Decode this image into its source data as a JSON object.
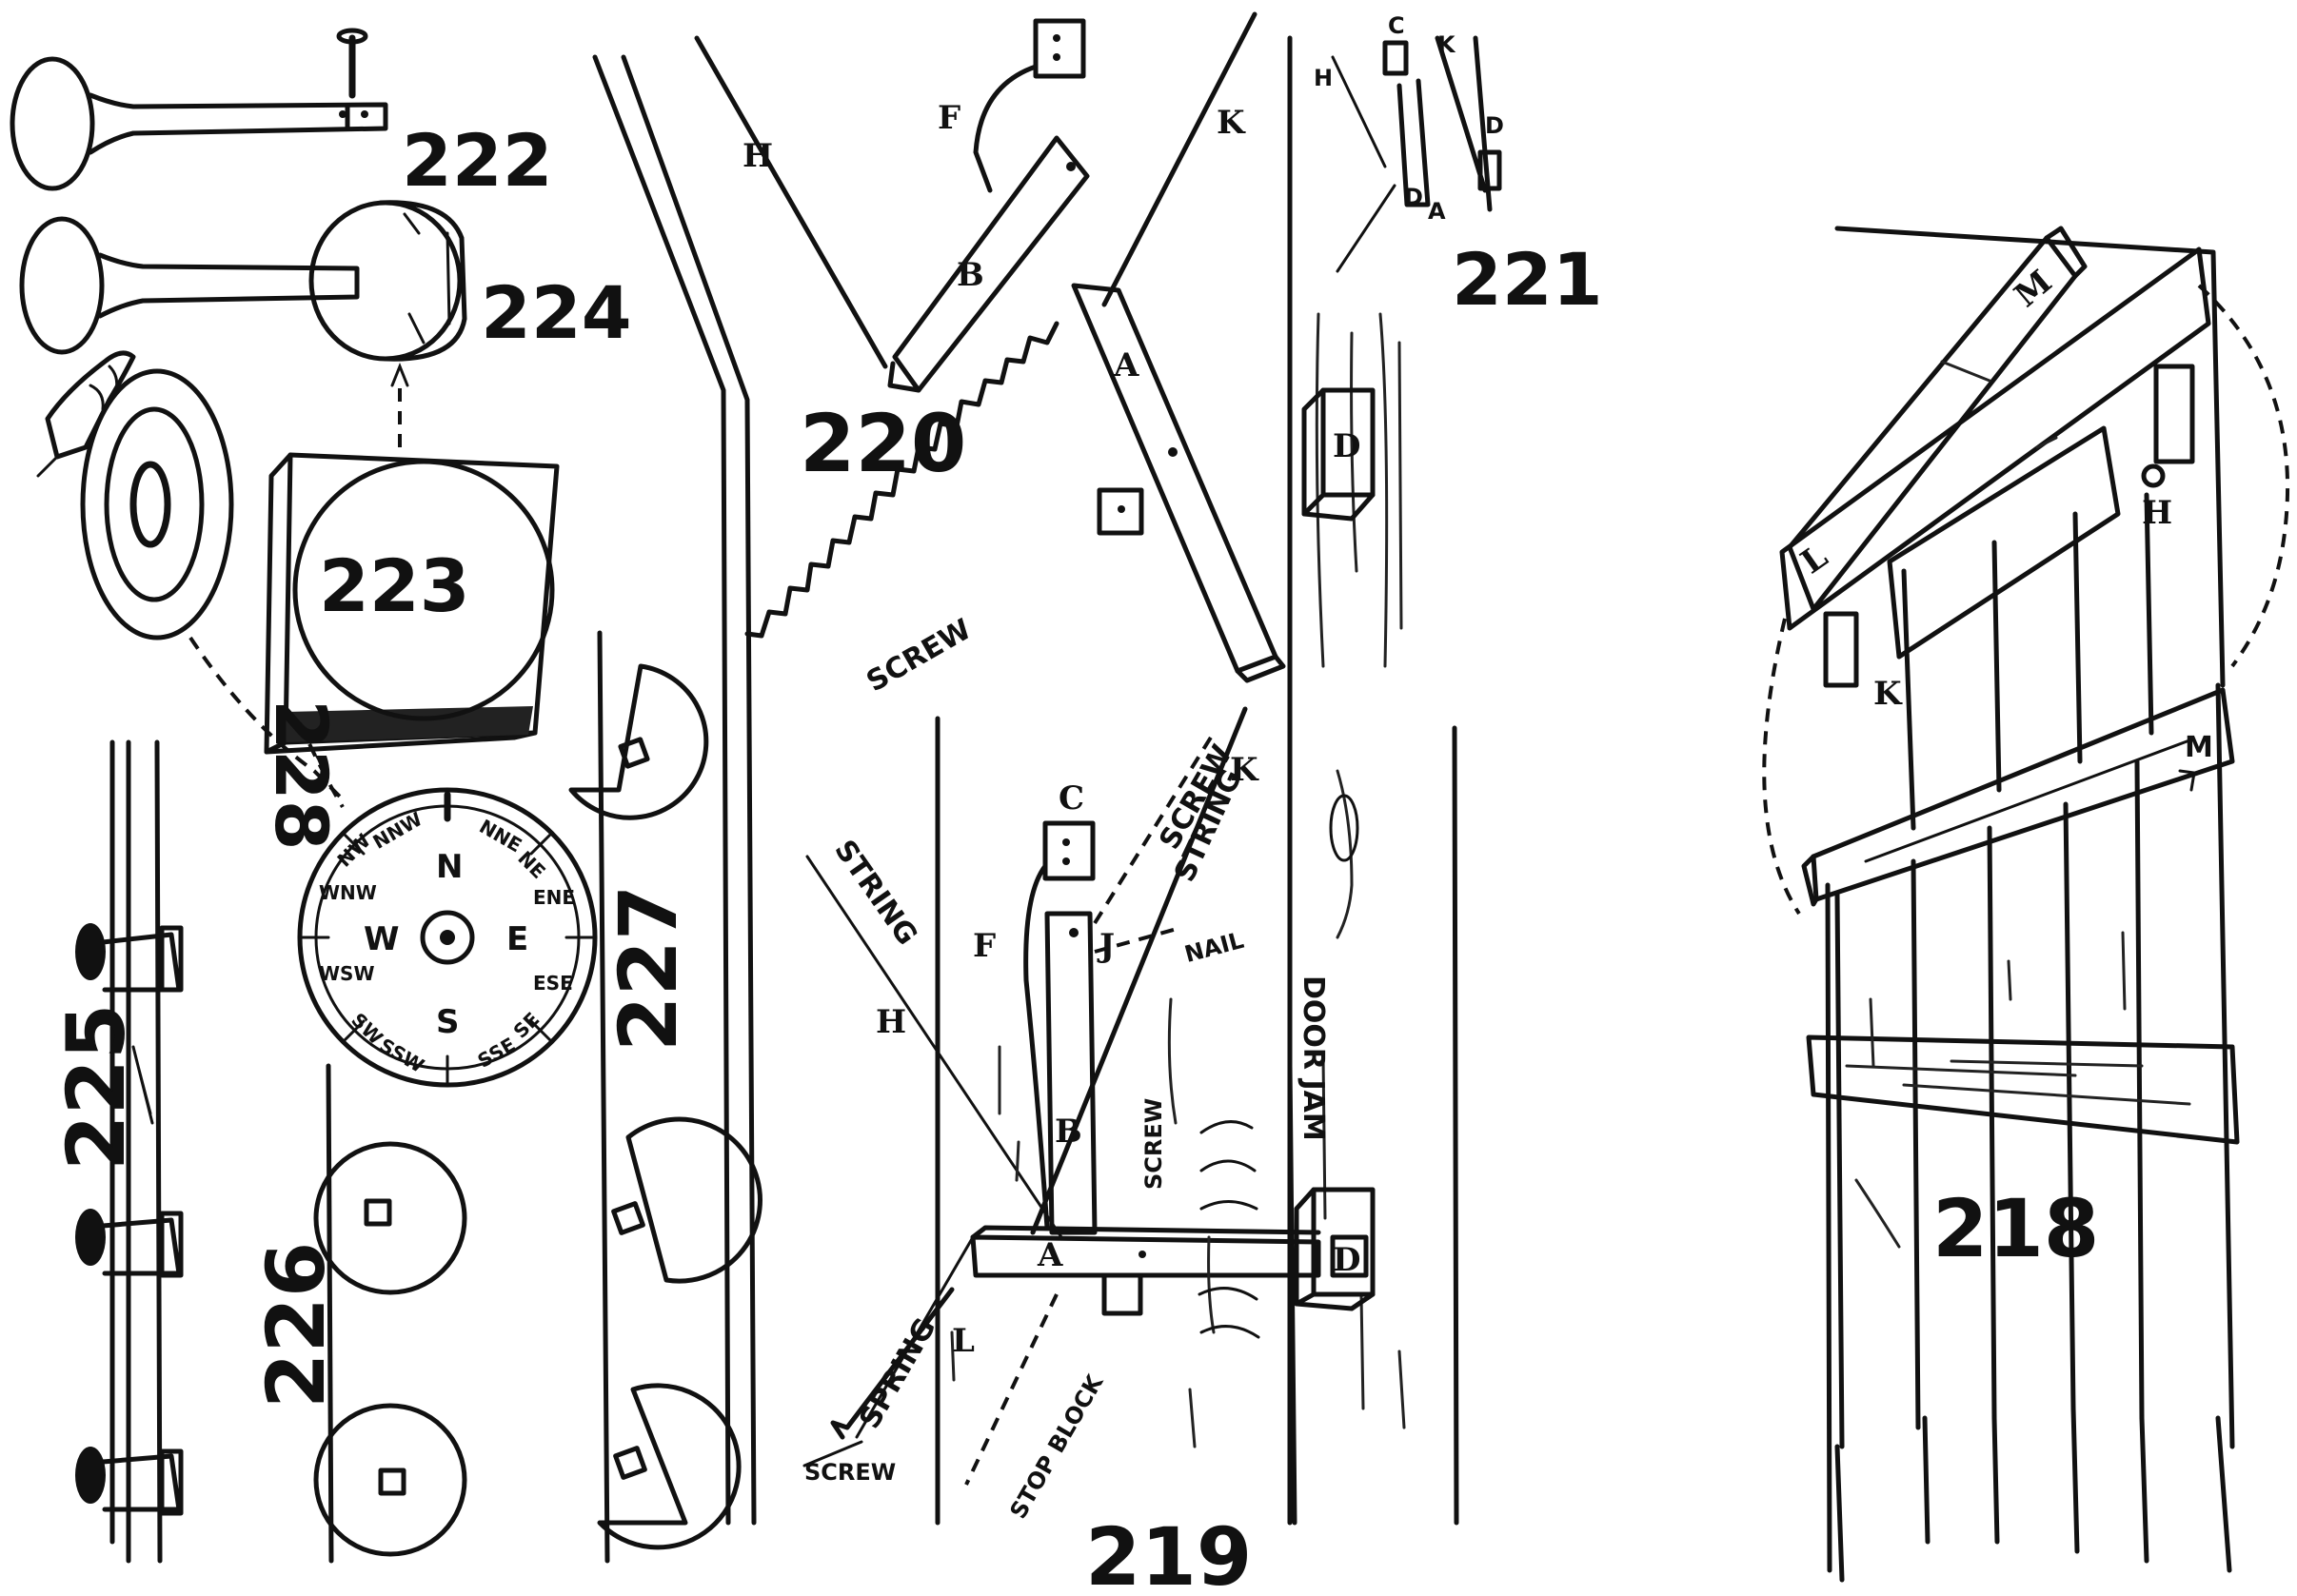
{
  "figures": {
    "f218": "218",
    "f219": "219",
    "f220": "220",
    "f221": "221",
    "f222": "222",
    "f223": "223",
    "f224": "224",
    "f225": "225",
    "f226": "226",
    "f227": "227",
    "f228": "228"
  },
  "fig218_labels": {
    "L": "L",
    "M": "M",
    "K": "K",
    "H": "H",
    "M2": "M"
  },
  "fig219_labels": {
    "C": "C",
    "F": "F",
    "J": "J",
    "B": "B",
    "A": "A",
    "H": "H",
    "K": "K",
    "L": "L",
    "D": "D",
    "string1": "STRING",
    "string2": "STRING",
    "screw_top": "SCREW",
    "screw_mid": "SCREW",
    "screw_bottom": "SCREW",
    "nail": "NAIL",
    "spring": "SPRING",
    "stop_block": "STOP BLOCK",
    "door_jam": "DOOR JAM"
  },
  "fig220_labels": {
    "H": "H",
    "F": "F",
    "B": "B",
    "K": "K",
    "A": "A",
    "screw": "SCREW"
  },
  "fig221_labels": {
    "C": "C",
    "K": "K",
    "H": "H",
    "D_top": "D",
    "D_mid": "D",
    "A": "A",
    "D_jam": "D"
  },
  "compass": {
    "N": "N",
    "S": "S",
    "E": "E",
    "W": "W",
    "NNW": "NNW",
    "NW": "NW",
    "NNE": "NNE",
    "NE": "NE",
    "ENE": "ENE",
    "ESE": "ESE",
    "WNW": "WNW",
    "WSW": "WSW",
    "SSW": "SSW",
    "SW": "SW",
    "SSE": "SSE",
    "SE": "SE"
  }
}
